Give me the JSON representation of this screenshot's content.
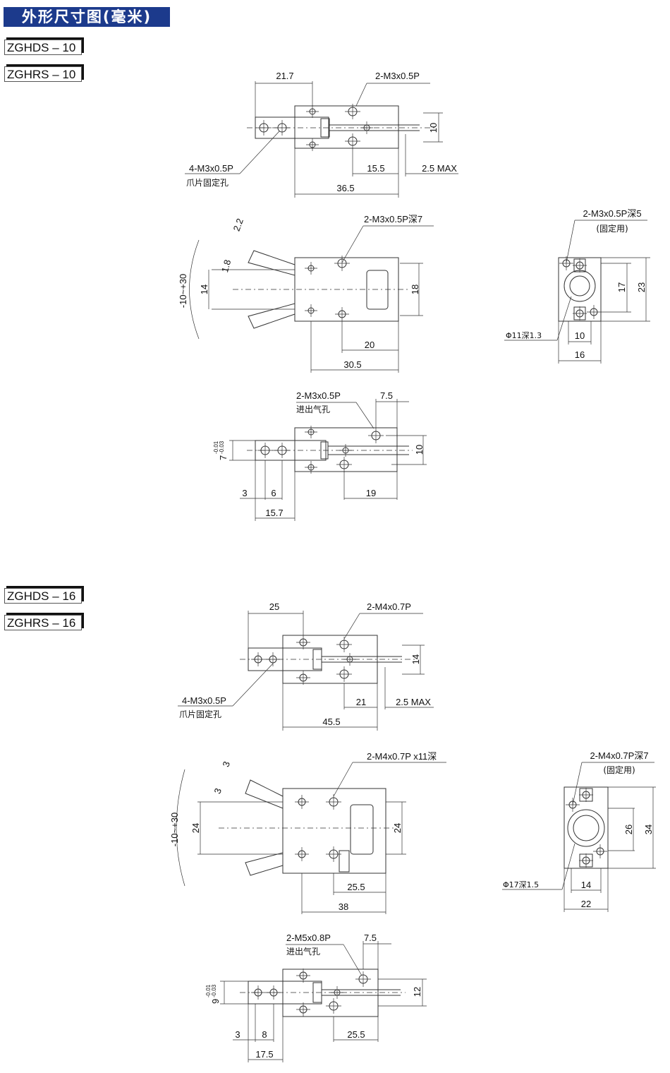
{
  "header": {
    "title": "外形尺寸图(毫米)"
  },
  "sections": [
    {
      "models": [
        "ZGHDS – 10",
        "ZGHRS – 10"
      ],
      "top_view": {
        "dim_jaw": "21.7",
        "callout_ports": "2-M3x0.5P",
        "dim_height": "10",
        "dim_stroke": "15.5",
        "dim_max": "2.5 MAX",
        "callout_jaw": "4-M3x0.5P",
        "callout_jaw_note": "爪片固定孔",
        "dim_length": "36.5"
      },
      "open_view": {
        "dim_a": "2.2",
        "callout_ports": "2-M3x0.5P深7",
        "dim_b": "1.8",
        "dim_c": "14",
        "dim_angle": "-10~+30",
        "dim_d": "18",
        "dim_e": "20",
        "dim_f": "30.5"
      },
      "side_view": {
        "callout": "2-M3x0.5P深5",
        "callout_note": "(固定用)",
        "dim_a": "17",
        "dim_b": "23",
        "callout_bore": "Φ11深1.3",
        "dim_c": "10",
        "dim_d": "16"
      },
      "bottom_view": {
        "callout": "2-M3x0.5P",
        "callout_note": "进出气孔",
        "dim_port": "7.5",
        "dim_jaw": "7",
        "tol_upper": "-0.01",
        "tol_lower": "-0.03",
        "dim_height": "10",
        "dim_a": "3",
        "dim_b": "6",
        "dim_c": "19",
        "dim_d": "15.7"
      }
    },
    {
      "models": [
        "ZGHDS – 16",
        "ZGHRS – 16"
      ],
      "top_view": {
        "dim_jaw": "25",
        "callout_ports": "2-M4x0.7P",
        "dim_height": "14",
        "dim_stroke": "21",
        "dim_max": "2.5 MAX",
        "callout_jaw": "4-M3x0.5P",
        "callout_jaw_note": "爪片固定孔",
        "dim_length": "45.5"
      },
      "open_view": {
        "dim_a": "3",
        "callout_ports": "2-M4x0.7P x11深",
        "dim_b": "3",
        "dim_c": "24",
        "dim_angle": "-10~+30",
        "dim_d": "24",
        "dim_e": "25.5",
        "dim_f": "38"
      },
      "side_view": {
        "callout": "2-M4x0.7P深7",
        "callout_note": "(固定用)",
        "dim_a": "26",
        "dim_b": "34",
        "callout_bore": "Φ17深1.5",
        "dim_c": "14",
        "dim_d": "22"
      },
      "bottom_view": {
        "callout": "2-M5x0.8P",
        "callout_note": "进出气孔",
        "dim_port": "7.5",
        "dim_jaw": "9",
        "tol_upper": "-0.01",
        "tol_lower": "-0.03",
        "dim_height": "12",
        "dim_a": "3",
        "dim_b": "8",
        "dim_c": "25.5",
        "dim_d": "17.5"
      }
    }
  ]
}
